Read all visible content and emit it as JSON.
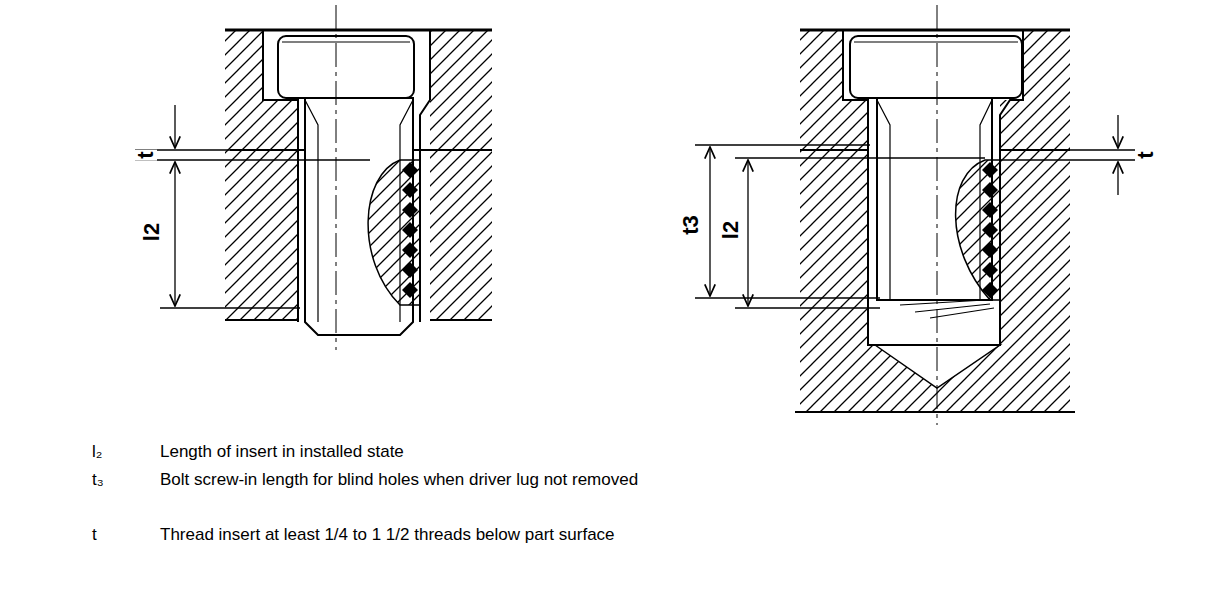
{
  "diagram": {
    "labels": [
      "t",
      "l2",
      "t3",
      "l2",
      "t",
      "l₂",
      "Length of insert in installed state",
      "t₃",
      "Bolt screw-in length for blind holes when driver lug not removed",
      "t",
      "Thread insert at least 1/4 to 1 1/2 threads below part surface"
    ]
  }
}
